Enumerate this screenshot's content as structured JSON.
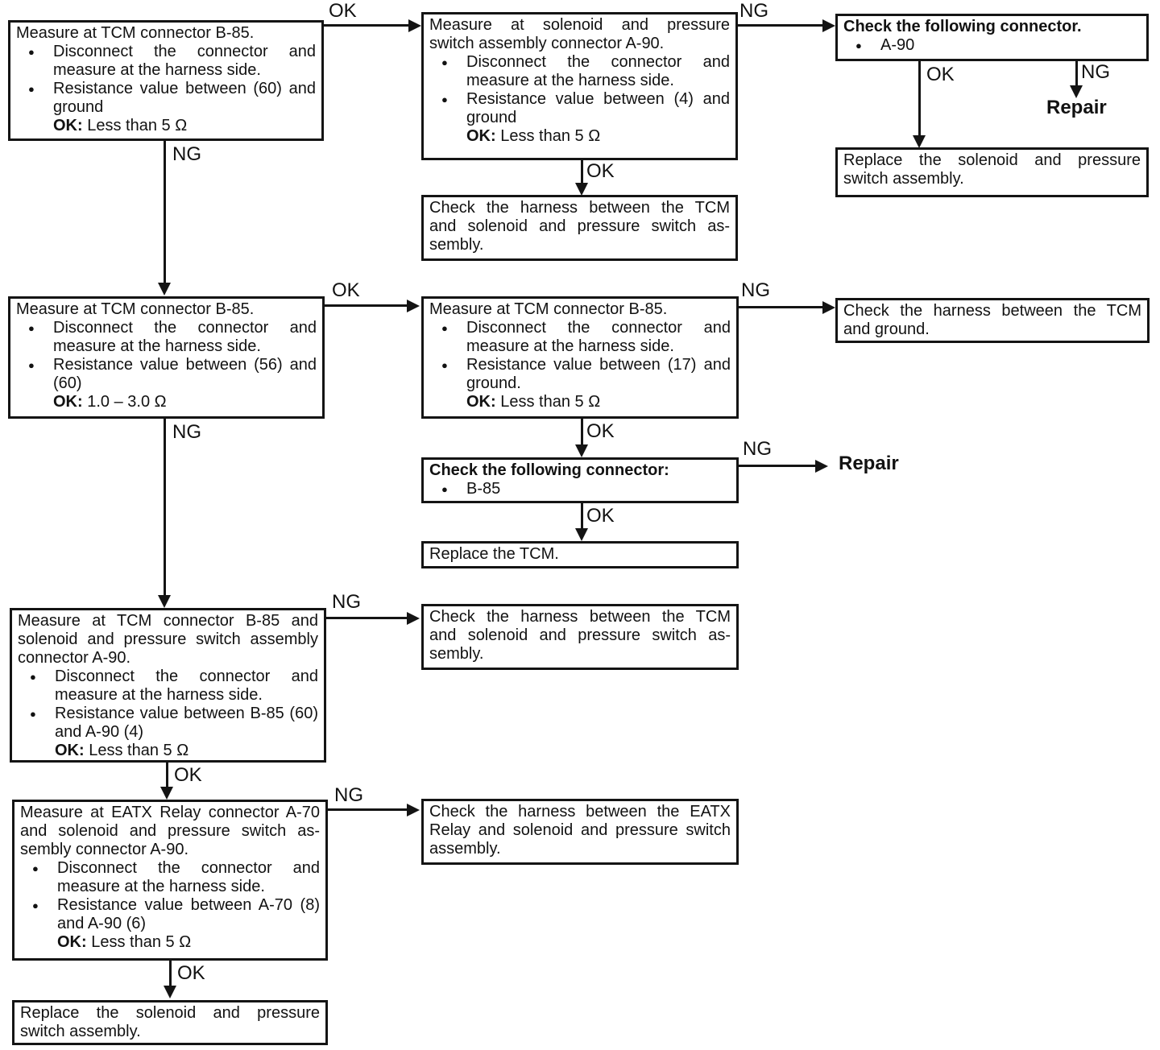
{
  "diagram": {
    "bullet_glyph": "●",
    "colors": {
      "ink": "#141414",
      "paper": "#ffffff"
    },
    "boxes": [
      {
        "id": "measure-tcm-b85-pin60-ground",
        "rows": [
          {
            "type": "title",
            "lines": [
              "Measure at TCM connector B-85."
            ]
          },
          {
            "type": "bullet",
            "lines": [
              "Disconnect the connector and",
              "measure at the harness side."
            ]
          },
          {
            "type": "bullet",
            "lines": [
              "Resistance value between (60) and",
              "ground"
            ]
          },
          {
            "type": "ok",
            "label": "OK:",
            "text": "Less than 5 Ω"
          }
        ]
      },
      {
        "id": "measure-solenoid-a90-pin4-ground",
        "rows": [
          {
            "type": "title",
            "lines": [
              "Measure at solenoid and pressure",
              "switch assembly connector A-90."
            ]
          },
          {
            "type": "bullet",
            "lines": [
              "Disconnect the connector and",
              "measure at the harness side."
            ]
          },
          {
            "type": "bullet",
            "lines": [
              "Resistance value between (4) and",
              "ground"
            ]
          },
          {
            "type": "ok",
            "label": "OK:",
            "text": "Less than 5 Ω"
          }
        ]
      },
      {
        "id": "check-connector-a90",
        "emphasis": true,
        "rows": [
          {
            "type": "title",
            "lines": [
              "Check the following connector."
            ]
          },
          {
            "type": "bullet",
            "lines": [
              "A-90"
            ]
          }
        ]
      },
      {
        "id": "replace-solenoid-assembly",
        "rows": [
          {
            "type": "text",
            "lines": [
              "Replace the solenoid and pressure",
              "switch assembly."
            ]
          }
        ]
      },
      {
        "id": "check-harness-tcm-solenoid",
        "rows": [
          {
            "type": "text",
            "lines": [
              "Check the harness between the TCM",
              "and solenoid and pressure switch as-",
              "sembly."
            ]
          }
        ]
      },
      {
        "id": "measure-tcm-b85-pins56-60",
        "rows": [
          {
            "type": "title",
            "lines": [
              "Measure at TCM connector B-85."
            ]
          },
          {
            "type": "bullet",
            "lines": [
              "Disconnect the connector and",
              "measure at the harness side."
            ]
          },
          {
            "type": "bullet",
            "lines": [
              "Resistance value between (56) and",
              "(60)"
            ]
          },
          {
            "type": "ok",
            "label": "OK:",
            "text": "1.0 – 3.0 Ω"
          }
        ]
      },
      {
        "id": "measure-tcm-b85-pin17-ground",
        "rows": [
          {
            "type": "title",
            "lines": [
              "Measure at TCM connector B-85."
            ]
          },
          {
            "type": "bullet",
            "lines": [
              "Disconnect the connector and",
              "measure at the harness side."
            ]
          },
          {
            "type": "bullet",
            "lines": [
              "Resistance value between (17) and",
              "ground."
            ]
          },
          {
            "type": "ok",
            "label": "OK:",
            "text": "Less than 5 Ω"
          }
        ]
      },
      {
        "id": "check-harness-tcm-ground",
        "rows": [
          {
            "type": "text",
            "lines": [
              "Check the harness between the TCM",
              "and ground."
            ]
          }
        ]
      },
      {
        "id": "check-connector-b85",
        "emphasis": true,
        "rows": [
          {
            "type": "title",
            "lines": [
              "Check the following connector:"
            ]
          },
          {
            "type": "bullet",
            "lines": [
              "B-85"
            ]
          }
        ]
      },
      {
        "id": "replace-tcm",
        "rows": [
          {
            "type": "text",
            "lines": [
              "Replace the TCM."
            ]
          }
        ]
      },
      {
        "id": "measure-b85-and-a90",
        "rows": [
          {
            "type": "title",
            "lines": [
              "Measure at TCM connector B-85 and",
              "solenoid and pressure switch assembly",
              "connector A-90."
            ]
          },
          {
            "type": "bullet",
            "lines": [
              "Disconnect the connector and",
              "measure at the harness side."
            ]
          },
          {
            "type": "bullet",
            "lines": [
              "Resistance value between B-85 (60)",
              "and A-90 (4)"
            ]
          },
          {
            "type": "ok",
            "label": "OK:",
            "text": "Less than 5 Ω"
          }
        ]
      },
      {
        "id": "check-harness-tcm-solenoid-2",
        "rows": [
          {
            "type": "text",
            "lines": [
              "Check the harness between the TCM",
              "and solenoid and pressure switch as-",
              "sembly."
            ]
          }
        ]
      },
      {
        "id": "measure-eatx-a70-a90",
        "rows": [
          {
            "type": "title",
            "lines": [
              "Measure at EATX Relay connector A-70",
              "and solenoid and pressure switch as-",
              "sembly connector A-90."
            ]
          },
          {
            "type": "bullet",
            "lines": [
              "Disconnect the connector and",
              "measure at the harness side."
            ]
          },
          {
            "type": "bullet",
            "lines": [
              "Resistance value between A-70 (8)",
              "and A-90 (6)"
            ]
          },
          {
            "type": "ok",
            "label": "OK:",
            "text": "Less than 5 Ω"
          }
        ]
      },
      {
        "id": "check-harness-eatx-solenoid",
        "rows": [
          {
            "type": "text",
            "lines": [
              "Check the harness between the EATX",
              "Relay and solenoid and pressure switch",
              "assembly."
            ]
          }
        ]
      },
      {
        "id": "replace-solenoid-assembly-2",
        "rows": [
          {
            "type": "text",
            "lines": [
              "Replace the solenoid and pressure",
              "switch assembly."
            ]
          }
        ]
      }
    ],
    "edges": [
      {
        "label": "OK"
      },
      {
        "label": "NG"
      },
      {
        "label": "OK"
      },
      {
        "label": "NG"
      },
      {
        "label": "OK"
      },
      {
        "label": "NG"
      },
      {
        "label": "OK"
      },
      {
        "label": "NG"
      },
      {
        "label": "OK"
      },
      {
        "label": "NG"
      },
      {
        "label": "OK"
      },
      {
        "label": "NG"
      },
      {
        "label": "NG"
      },
      {
        "label": "OK"
      },
      {
        "label": "NG"
      },
      {
        "label": "OK"
      }
    ],
    "terminals": [
      {
        "text": "Repair"
      },
      {
        "text": "Repair"
      }
    ]
  }
}
